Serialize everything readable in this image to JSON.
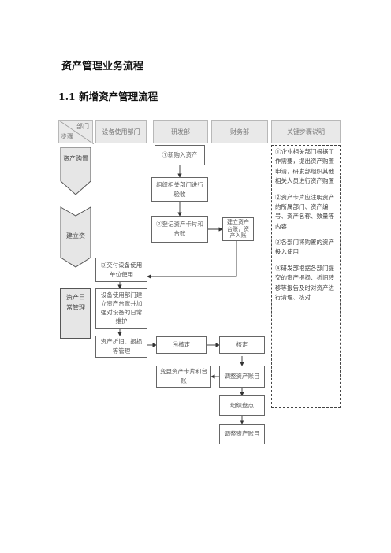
{
  "doc": {
    "title": "资产管理业务流程",
    "subtitle": "1.1   新增资产管理流程"
  },
  "header": {
    "corner_top": "部门",
    "corner_bottom": "步骤",
    "cols": [
      "设备使用部门",
      "研发部",
      "财务部",
      "关键步骤说明"
    ]
  },
  "phases": {
    "purchase": "资产购置",
    "establish": "建立资",
    "daily": "资产日常管理"
  },
  "boxes": {
    "b1": "①新购入资产",
    "b2": "组织相关部门进行验收",
    "b3": "②登记资产卡片和台账",
    "b4": "建立资产台账，资产入账",
    "b5": "③交付设备使用单位使用",
    "b6": "设备使用部门建立资产台账并加强对设备的日常维护",
    "b7": "资产折旧、报损等管理",
    "b8": "④核定",
    "b9": "核定",
    "b10": "变更资产卡片和台账",
    "b11": "调整资产账目",
    "b12": "组织盘点",
    "b13": "调整资产账目"
  },
  "steps": [
    "①企业相关部门根据工作需要，提出资产购置申请，研发部组织其他相关人员进行资产购置",
    "②资产卡片应注明资产的所属部门、资产编号、资产名称、数量等内容",
    "③各部门将购置的资产投入使用",
    "④研发部根据各部门提交的资产报损、折旧转移等报告及时对资产进行清理、核对"
  ]
}
